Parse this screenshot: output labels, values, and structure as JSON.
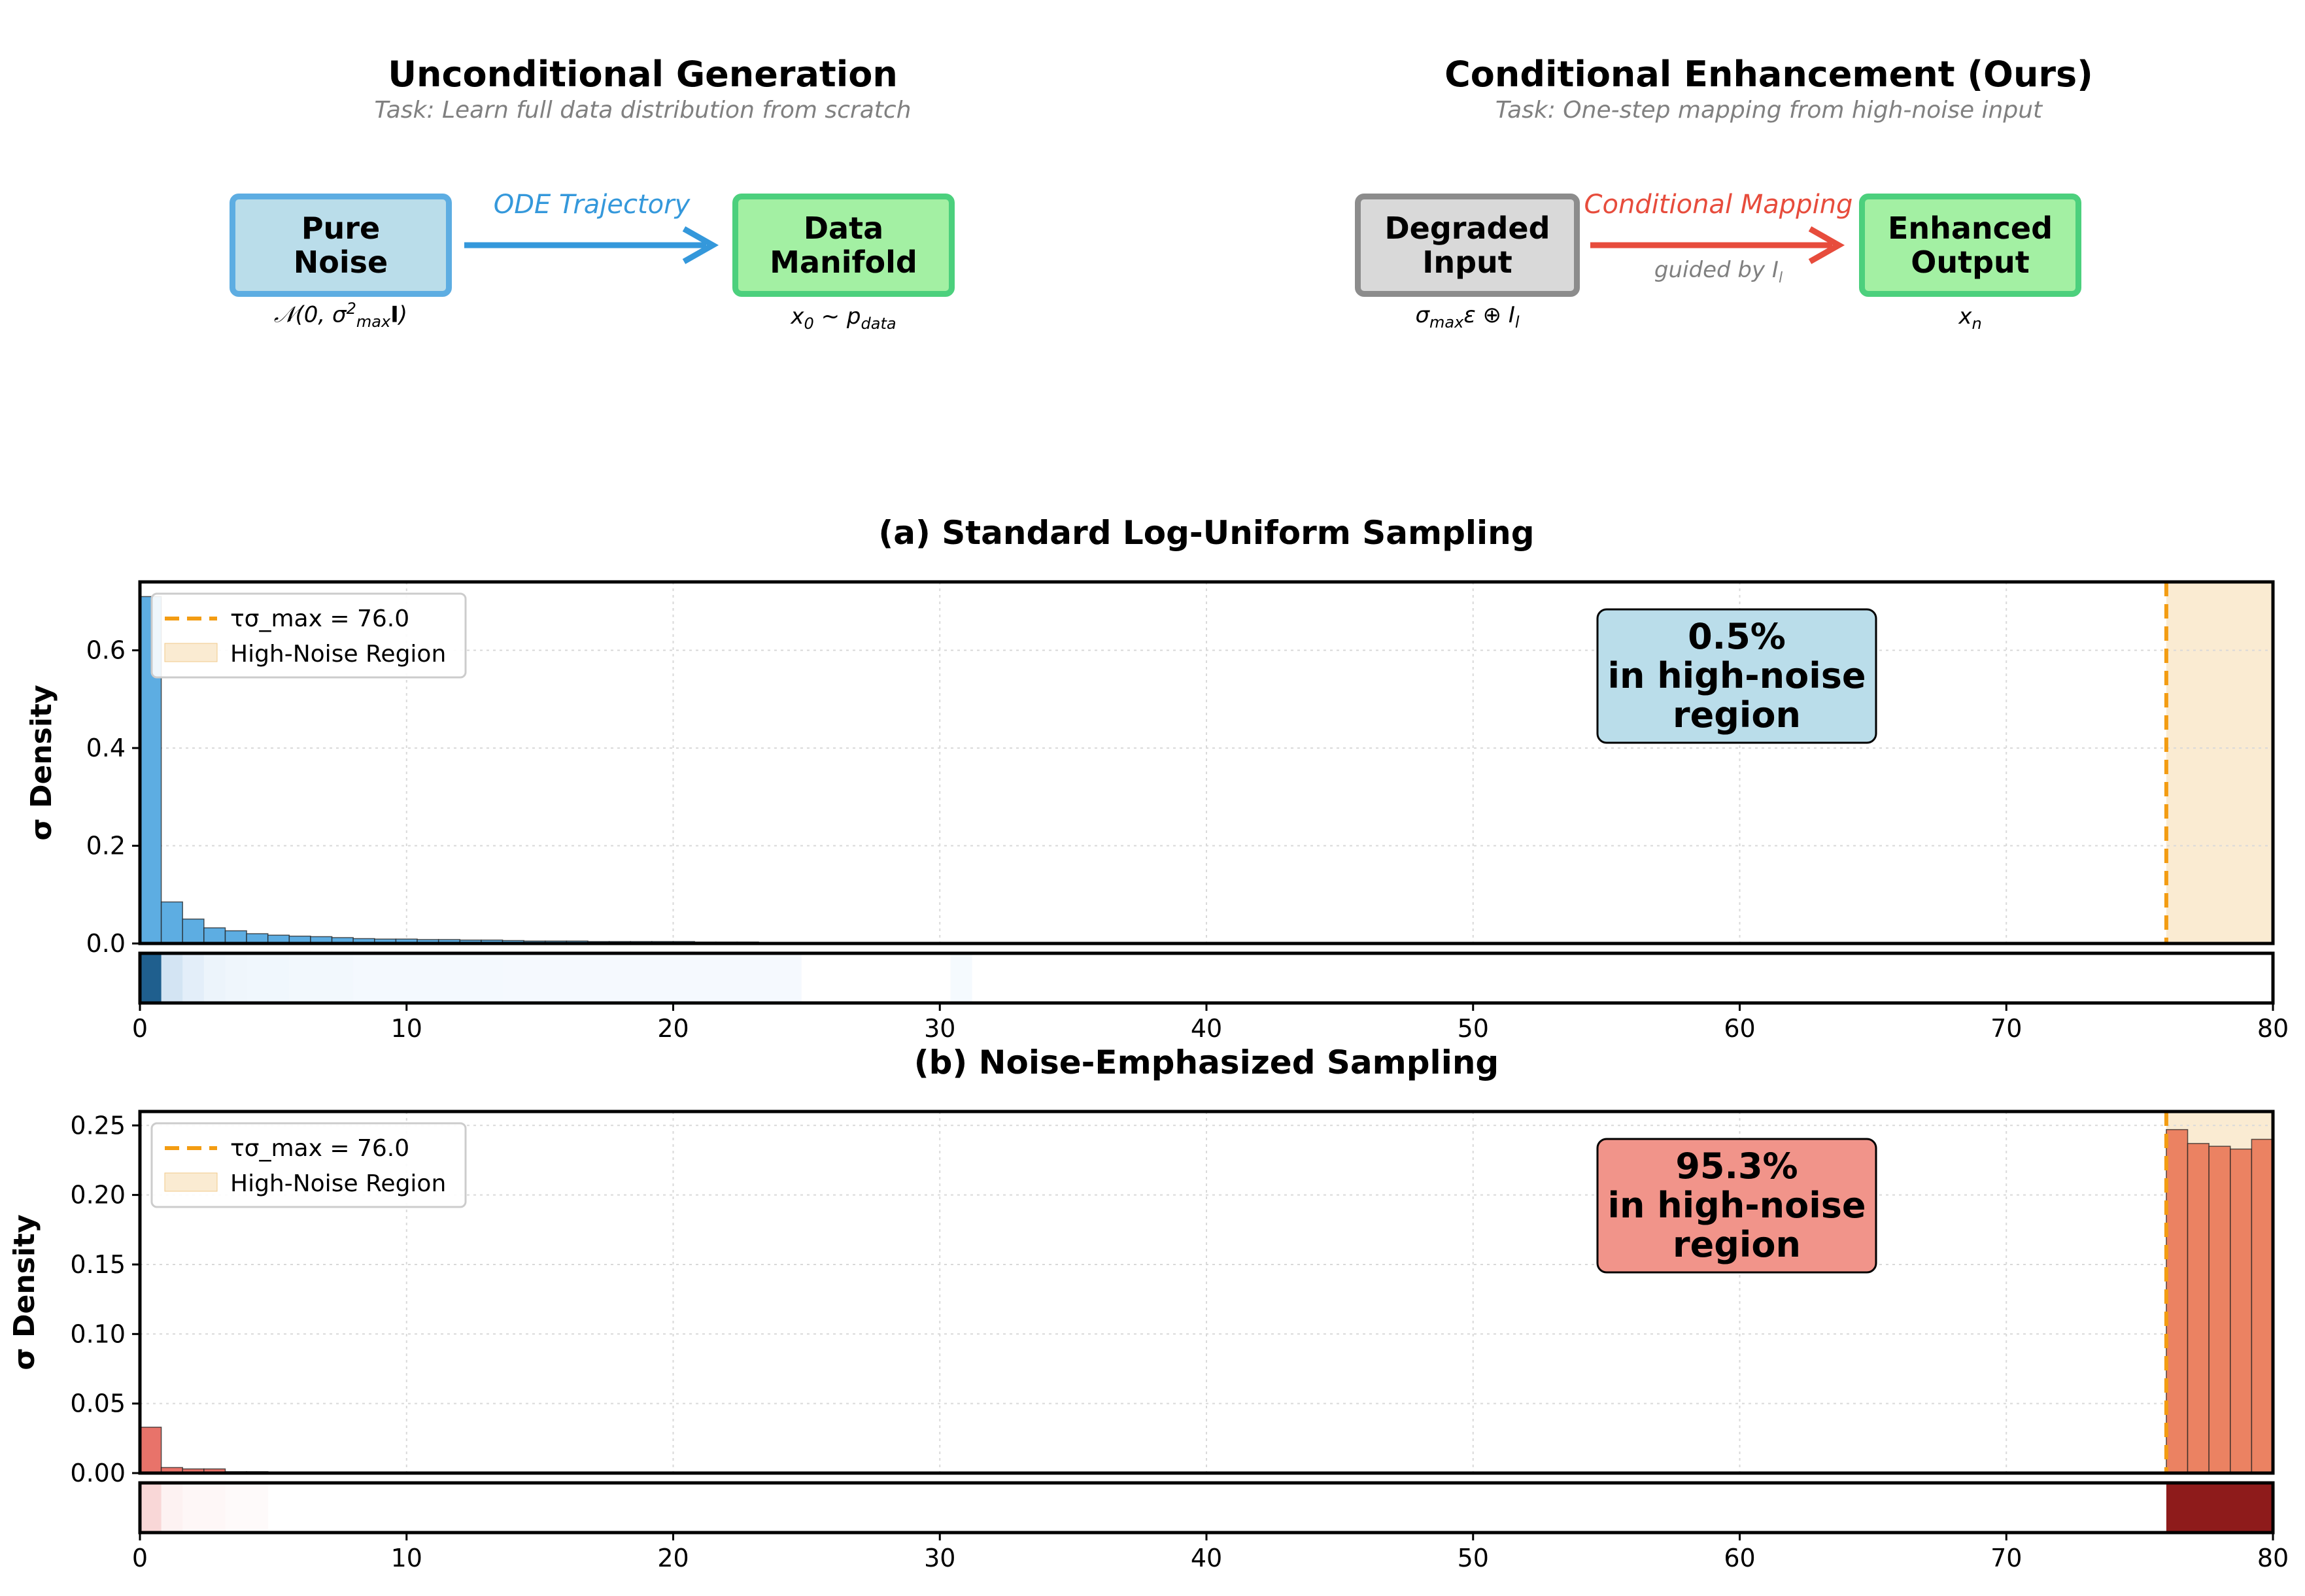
{
  "diagram": {
    "left": {
      "title": "Unconditional Generation",
      "subtitle": "Task: Learn full data distribution from scratch",
      "source_box": "Pure\nNoise",
      "source_math": "𝒩(0, σ²ₘₐₓ𝐈)",
      "arrow_label": "ODE Trajectory",
      "target_box": "Data\nManifold",
      "target_math": "x₀ ~ p_data",
      "colors": {
        "source_fill": "#BADDEA",
        "source_border": "#5DADE2",
        "target_fill": "#A3F0A3",
        "target_border": "#4CD07D",
        "arrow": "#3498DB"
      }
    },
    "right": {
      "title": "Conditional Enhancement (Ours)",
      "subtitle": "Task: One-step mapping from high-noise input",
      "source_box": "Degraded\nInput",
      "source_math": "σₘₐₓε ⊕ Iₗ",
      "arrow_label": "Conditional Mapping",
      "arrow_sublabel": "guided by Iₗ",
      "target_box": "Enhanced\nOutput",
      "target_math": "xₙ",
      "colors": {
        "source_fill": "#D9D9D9",
        "source_border": "#8C8C8C",
        "target_fill": "#A3F0A3",
        "target_border": "#4CD07D",
        "arrow": "#E74C3C"
      }
    }
  },
  "chart_data": [
    {
      "type": "bar",
      "title": "(a) Standard Log-Uniform Sampling",
      "xlabel": "",
      "ylabel": "σ Density",
      "xlim": [
        0,
        80
      ],
      "ylim": [
        0,
        0.74
      ],
      "xticks": [
        "0",
        "10",
        "20",
        "30",
        "40",
        "50",
        "60",
        "70",
        "80"
      ],
      "yticks": [
        "0.0",
        "0.2",
        "0.4",
        "0.6"
      ],
      "ytick_values": [
        0,
        0.2,
        0.4,
        0.6
      ],
      "bin_width": 0.8,
      "bins_start": [
        0,
        0.8,
        1.6,
        2.4,
        3.2,
        4.0,
        4.8,
        5.6,
        6.4,
        7.2,
        8.0,
        8.8,
        9.6,
        10.4,
        11.2,
        12.0,
        12.8,
        13.6,
        14.4,
        15.2,
        16.0,
        16.8,
        17.6,
        18.4,
        19.2,
        20.0,
        20.8,
        21.6,
        22.4,
        23.2,
        24.0,
        30.4
      ],
      "values": [
        0.71,
        0.085,
        0.05,
        0.032,
        0.026,
        0.02,
        0.017,
        0.015,
        0.014,
        0.012,
        0.01,
        0.009,
        0.009,
        0.008,
        0.008,
        0.007,
        0.007,
        0.006,
        0.005,
        0.005,
        0.005,
        0.004,
        0.004,
        0.004,
        0.004,
        0.004,
        0.003,
        0.003,
        0.003,
        0.002,
        0.002,
        0.002
      ],
      "bar_color": "#5DADE2",
      "threshold": 76.0,
      "threshold_color": "#F39C12",
      "region_color": "#FAEBD2",
      "legend": {
        "threshold_label": "τσ_max = 76.0",
        "region_label": "High-Noise Region",
        "placement": "upper-left"
      },
      "annotation": {
        "lines": [
          "0.5%",
          "in high-noise",
          "region"
        ],
        "fill": "#BADDEA"
      },
      "strip": {
        "scheme": "blues",
        "intensities": [
          1.0,
          0.22,
          0.12,
          0.07,
          0.05,
          0.04,
          0.04,
          0.03,
          0.03,
          0.03,
          0.02,
          0.02,
          0.02,
          0.02,
          0.02,
          0.02,
          0.02,
          0.015,
          0.015,
          0.015,
          0.015,
          0.015,
          0.015,
          0.015,
          0.015,
          0.015,
          0.015,
          0.015,
          0.015,
          0.015,
          0.015,
          0.01
        ]
      }
    },
    {
      "type": "bar",
      "title": "(b) Noise-Emphasized Sampling",
      "xlabel": "",
      "ylabel": "σ Density",
      "xlim": [
        0,
        80
      ],
      "ylim": [
        0,
        0.26
      ],
      "xticks": [
        "0",
        "10",
        "20",
        "30",
        "40",
        "50",
        "60",
        "70",
        "80"
      ],
      "yticks": [
        "0.00",
        "0.05",
        "0.10",
        "0.15",
        "0.20",
        "0.25"
      ],
      "ytick_values": [
        0,
        0.05,
        0.1,
        0.15,
        0.2,
        0.25
      ],
      "bin_width": 0.8,
      "bins_start": [
        0,
        0.8,
        1.6,
        2.4,
        3.2,
        4.0,
        76.0,
        76.8,
        77.6,
        78.4,
        79.2
      ],
      "values": [
        0.033,
        0.004,
        0.003,
        0.003,
        0.001,
        0.001,
        0.247,
        0.237,
        0.235,
        0.233,
        0.24
      ],
      "bar_colors": [
        "#E8736A",
        "#E8736A",
        "#E8736A",
        "#E8736A",
        "#E8736A",
        "#E8736A",
        "#EB8262",
        "#EB8262",
        "#EB8262",
        "#EB8262",
        "#EB8262"
      ],
      "threshold": 76.0,
      "threshold_color": "#F39C12",
      "region_color": "#FAEBD2",
      "legend": {
        "threshold_label": "τσ_max = 76.0",
        "region_label": "High-Noise Region",
        "placement": "upper-left"
      },
      "annotation": {
        "lines": [
          "95.3%",
          "in high-noise",
          "region"
        ],
        "fill": "#F1948A"
      },
      "strip": {
        "scheme": "reds",
        "bins": [
          {
            "start": 0,
            "width": 0.8,
            "intensity": 0.15
          },
          {
            "start": 0.8,
            "width": 0.8,
            "intensity": 0.05
          },
          {
            "start": 1.6,
            "width": 0.8,
            "intensity": 0.03
          },
          {
            "start": 2.4,
            "width": 0.8,
            "intensity": 0.03
          },
          {
            "start": 3.2,
            "width": 0.8,
            "intensity": 0.02
          },
          {
            "start": 4.0,
            "width": 0.8,
            "intensity": 0.02
          },
          {
            "start": 76.0,
            "width": 4.0,
            "intensity": 1.0
          }
        ]
      }
    }
  ]
}
